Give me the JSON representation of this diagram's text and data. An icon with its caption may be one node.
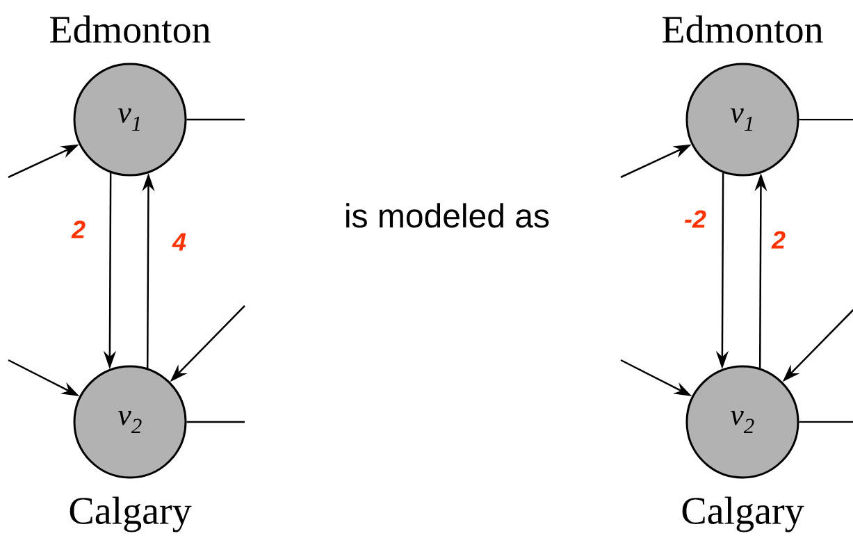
{
  "diagram": {
    "nodes": [
      {
        "text": [
          "v$_{1}$"
        ],
        "beside": [
          "Edmonton"
        ]
      },
      {
        "text": [
          "v$_{2}$"
        ],
        "beside": [
          "Calgary"
        ]
      },
      {
        "text": [
          "v$_{1}$"
        ],
        "beside": [
          "Edmonton"
        ]
      },
      {
        "text": [
          "v$_{2}$"
        ],
        "beside": [
          "Calgary"
        ]
      }
    ],
    "edges": [
      {
        "from": 0,
        "to": 1,
        "arrow": "to",
        "label": "2"
      },
      {
        "from": 1,
        "to": 0,
        "arrow": "to",
        "label": "4"
      },
      {
        "from": null,
        "to": 0,
        "arrow": "to"
      },
      {
        "from": null,
        "to": 1,
        "arrow": "to"
      },
      {
        "from": null,
        "to": 1,
        "arrow": "to"
      },
      {
        "from": 0,
        "to": null,
        "arrow": "none"
      },
      {
        "from": 1,
        "to": null,
        "arrow": "none"
      },
      {
        "from": 2,
        "to": 3,
        "arrow": "to",
        "label": "-2"
      },
      {
        "from": 3,
        "to": 2,
        "arrow": "to",
        "label": "2"
      },
      {
        "from": null,
        "to": 2,
        "arrow": "to"
      },
      {
        "from": null,
        "to": 3,
        "arrow": "to"
      },
      {
        "from": null,
        "to": 3,
        "arrow": "to"
      },
      {
        "from": 2,
        "to": null,
        "arrow": "none"
      },
      {
        "from": 3,
        "to": null,
        "arrow": "none"
      }
    ],
    "labels": [
      "is modeled as"
    ]
  }
}
